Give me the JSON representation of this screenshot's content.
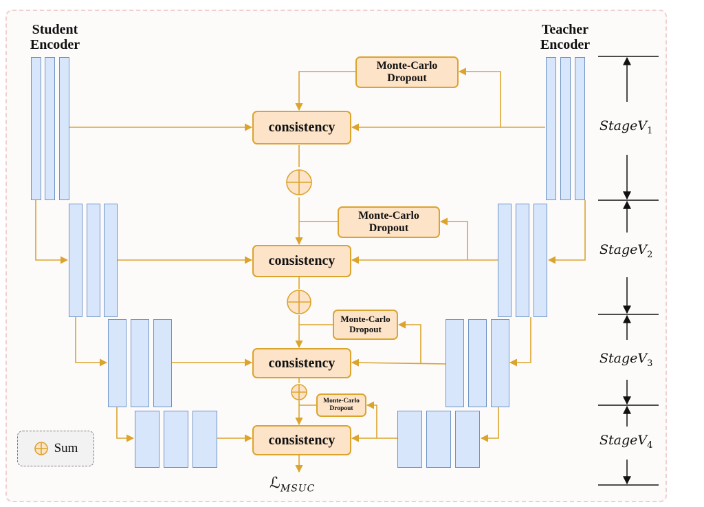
{
  "student_title": "Student\nEncoder",
  "teacher_title": "Teacher\nEncoder",
  "consistency": [
    "consistency",
    "consistency",
    "consistency",
    "consistency"
  ],
  "dropout": [
    "Monte-Carlo\nDropout",
    "Monte-Carlo\nDropout",
    "Monte-Carlo\nDropout",
    "Monte-Carlo\nDropout"
  ],
  "stages": {
    "s1": {
      "base": "StageV",
      "sub": "1"
    },
    "s2": {
      "base": "StageV",
      "sub": "2"
    },
    "s3": {
      "base": "StageV",
      "sub": "3"
    },
    "s4": {
      "base": "StageV",
      "sub": "4"
    }
  },
  "loss": {
    "base": "ℒ",
    "sub": "MSUC"
  },
  "legend": {
    "label": "Sum",
    "icon": "circle-plus-icon"
  },
  "colors": {
    "arrow": "#dba42c",
    "box_fill": "#fde3c8",
    "block_fill": "#d8e6fb",
    "block_border": "#6b93c4"
  }
}
